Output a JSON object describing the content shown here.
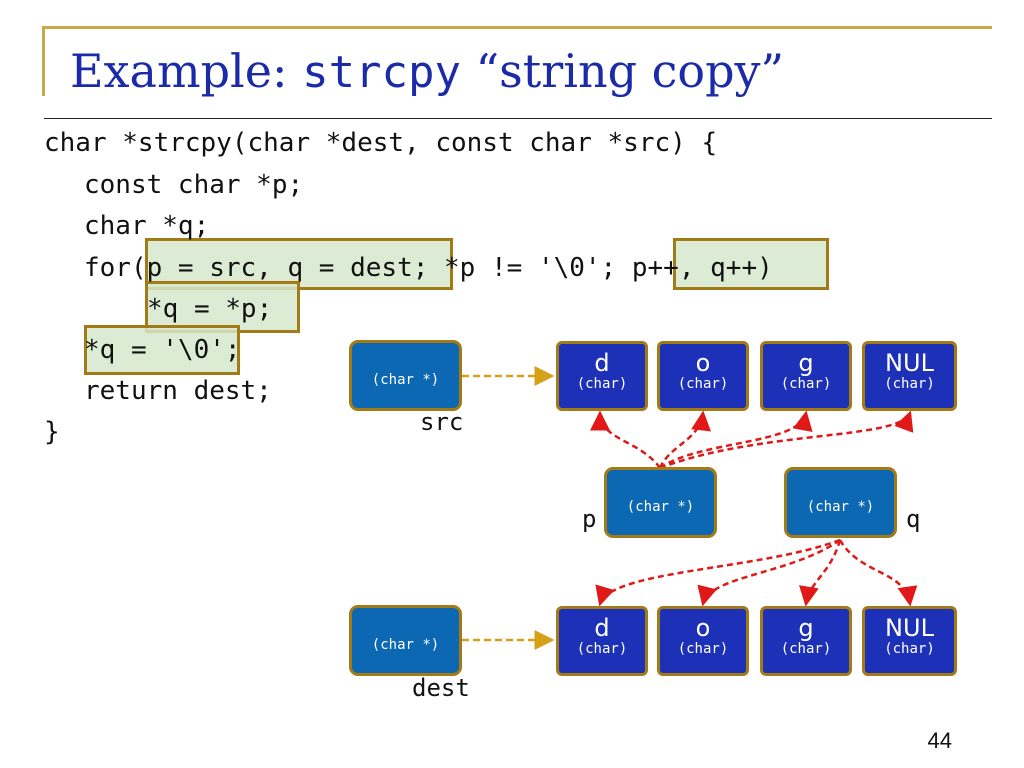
{
  "title": {
    "prefix": "Example: ",
    "func": "strcpy",
    "suffix": " “string copy”"
  },
  "code": [
    "char *strcpy(char *dest, const char *src) {",
    "const char *p;",
    "char *q;",
    "for(p = src, q = dest; *p != '\\0'; p++, q++)",
    "*q = *p;",
    "*q = '\\0';",
    "return dest;",
    "}"
  ],
  "pointer_type": "(char *)",
  "pointers": {
    "src": "src",
    "dest": "dest",
    "p": "p",
    "q": "q"
  },
  "src_array": [
    {
      "ch": "d",
      "type": "(char)"
    },
    {
      "ch": "o",
      "type": "(char)"
    },
    {
      "ch": "g",
      "type": "(char)"
    },
    {
      "ch": "NUL",
      "type": "(char)"
    }
  ],
  "dest_array": [
    {
      "ch": "d",
      "type": "(char)"
    },
    {
      "ch": "o",
      "type": "(char)"
    },
    {
      "ch": "g",
      "type": "(char)"
    },
    {
      "ch": "NUL",
      "type": "(char)"
    }
  ],
  "page_number": "44",
  "colors": {
    "title": "#1b2aa8",
    "pointer_box": "#0d68b3",
    "cell_box": "#1d30b8",
    "border": "#a27a16",
    "highlight": "#d6e8cb",
    "pointer_arrow": "#d4a017",
    "iter_arrow": "#e01818"
  }
}
